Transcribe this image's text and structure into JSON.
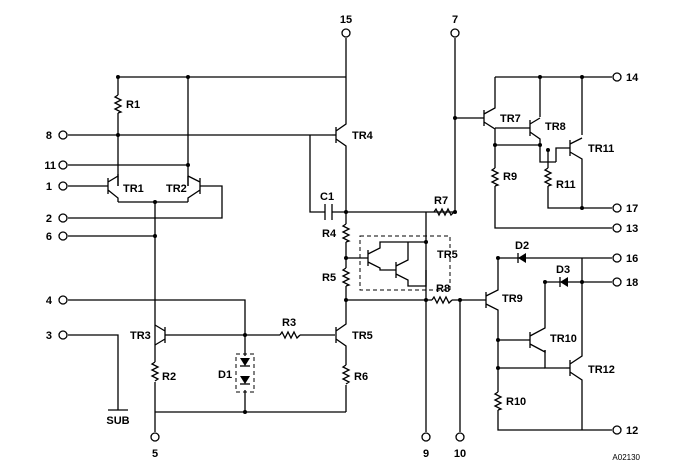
{
  "pins": {
    "p1": "1",
    "p2": "2",
    "p3": "3",
    "p4": "4",
    "p5": "5",
    "p6": "6",
    "p7": "7",
    "p8": "8",
    "p9": "9",
    "p10": "10",
    "p11": "11",
    "p12": "12",
    "p13": "13",
    "p14": "14",
    "p15": "15",
    "p16": "16",
    "p17": "17",
    "p18": "18"
  },
  "components": {
    "R1": "R1",
    "R2": "R2",
    "R3": "R3",
    "R4": "R4",
    "R5": "R5",
    "R6": "R6",
    "R7": "R7",
    "R8": "R8",
    "R9": "R9",
    "R10": "R10",
    "R11": "R11",
    "TR1": "TR1",
    "TR2": "TR2",
    "TR3": "TR3",
    "TR4": "TR4",
    "TR5a": "TR5",
    "TR5b": "TR5",
    "TR7": "TR7",
    "TR8": "TR8",
    "TR9": "TR9",
    "TR10": "TR10",
    "TR11": "TR11",
    "TR12": "TR12",
    "C1": "C1",
    "D1": "D1",
    "D2": "D2",
    "D3": "D3"
  },
  "labels": {
    "sub": "SUB",
    "code": "A02130"
  }
}
